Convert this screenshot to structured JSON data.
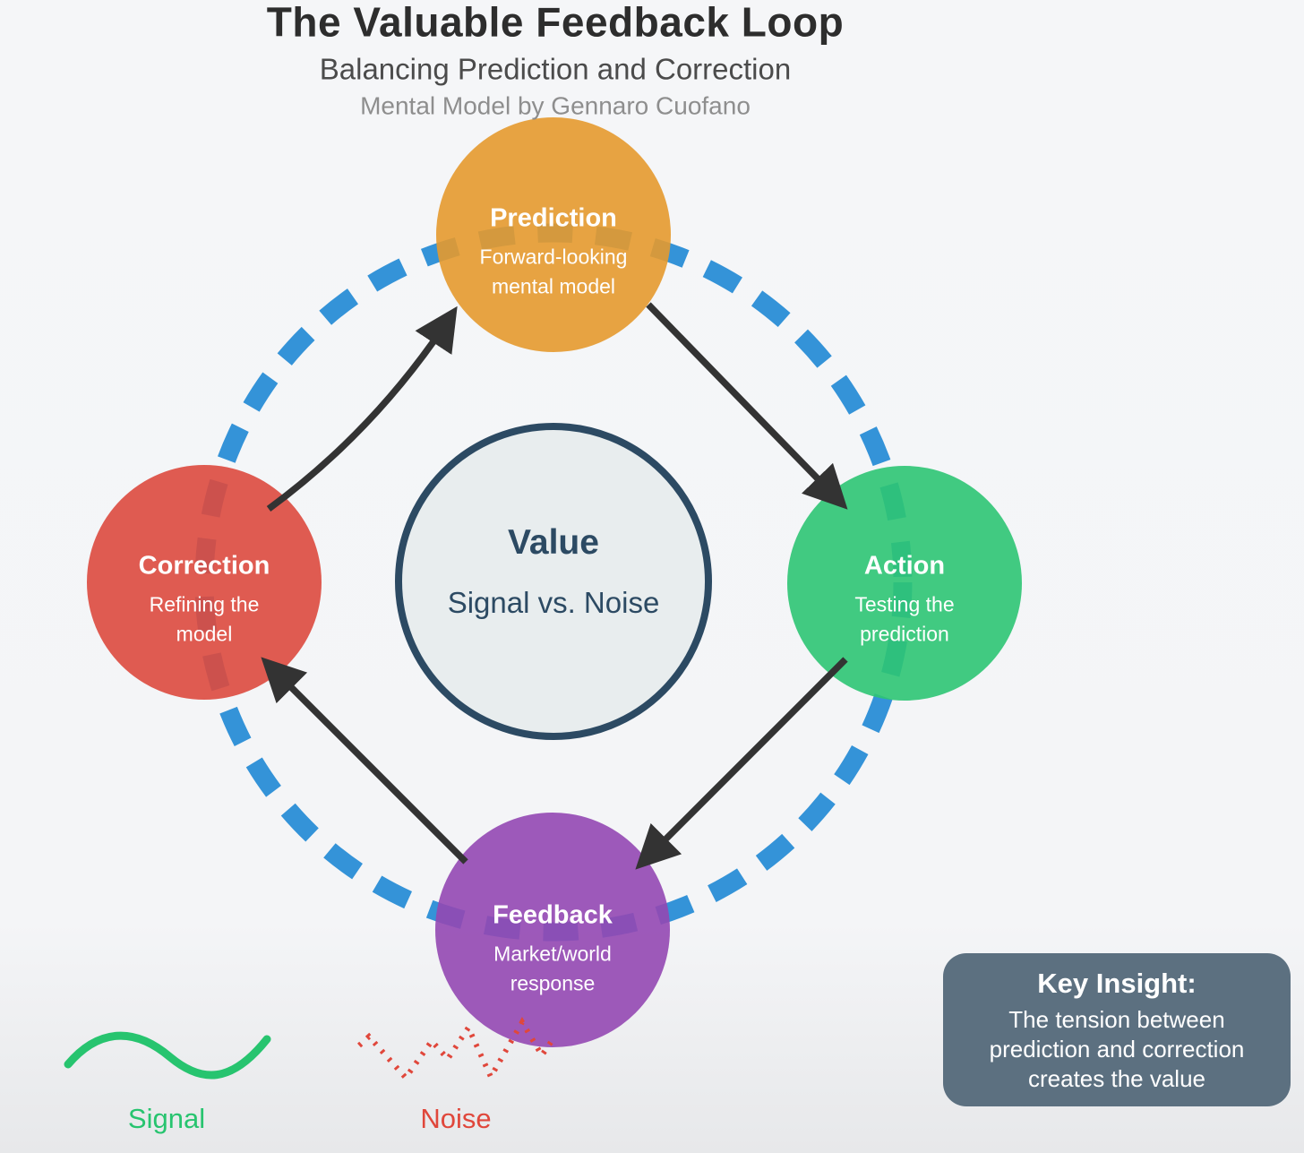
{
  "header": {
    "title": "The Valuable Feedback Loop",
    "subtitle": "Balancing Prediction and Correction",
    "byline": "Mental Model by Gennaro Cuofano"
  },
  "cycle": {
    "ring_color": "#3493d8",
    "arrow_color": "#333333",
    "nodes": {
      "prediction": {
        "label": "Prediction",
        "line1": "Forward-looking",
        "line2": "mental model",
        "color": "#e69a2e"
      },
      "action": {
        "label": "Action",
        "line1": "Testing the",
        "line2": "prediction",
        "color": "#2ec573"
      },
      "feedback": {
        "label": "Feedback",
        "line1": "Market/world",
        "line2": "response",
        "color": "#9448b2"
      },
      "correction": {
        "label": "Correction",
        "line1": "Refining the",
        "line2": "model",
        "color": "#dd4a3e"
      }
    }
  },
  "center": {
    "title": "Value",
    "subtitle": "Signal vs. Noise",
    "fill": "#e8edee",
    "border_color": "#2c4a63"
  },
  "legend": {
    "signal": {
      "label": "Signal",
      "color": "#27c46f"
    },
    "noise": {
      "label": "Noise",
      "color": "#e0473b"
    }
  },
  "key_insight": {
    "title": "Key Insight:",
    "line1": "The tension between",
    "line2": "prediction and correction",
    "line3": "creates the value",
    "bg_color": "#5c7080"
  }
}
